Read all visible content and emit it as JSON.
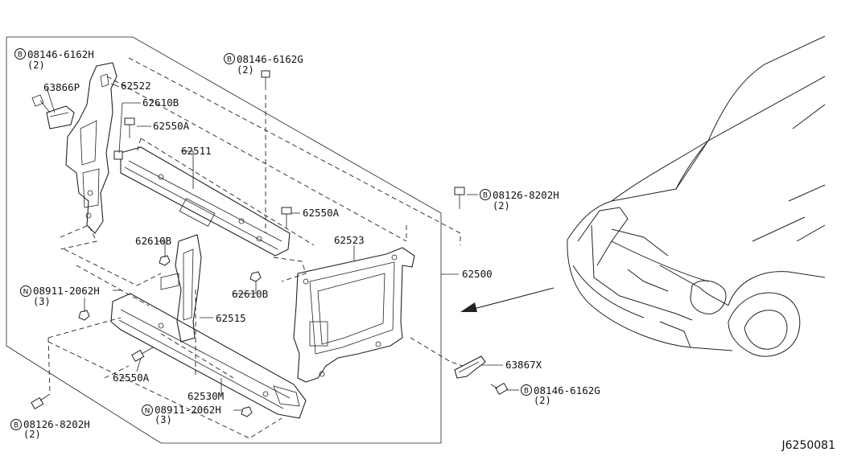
{
  "diagram_code": "J6250081",
  "labels": {
    "b_8146_6162h_top": "08146-6162H",
    "b_8146_6162h_top_qty": "(2)",
    "p_63866p": "63866P",
    "p_62522": "62522",
    "p_62610b_top": "62610B",
    "p_62550a_top": "62550A",
    "p_62511": "62511",
    "b_8146_6162g_top": "08146-6162G",
    "b_8146_6162g_top_qty": "(2)",
    "p_62550a_mid": "62550A",
    "b_8126_8202h_right": "08126-8202H",
    "b_8126_8202h_right_qty": "(2)",
    "p_62523": "62523",
    "p_62500": "62500",
    "p_62610b_left": "62610B",
    "p_62610b_mid": "62610B",
    "n_8911_2062h_left": "08911-2062H",
    "n_8911_2062h_left_qty": "(3)",
    "p_62515": "62515",
    "p_63867x": "63867X",
    "b_8146_6162g_bottom": "08146-6162G",
    "b_8146_6162g_bottom_qty": "(2)",
    "p_62550a_bottom": "62550A",
    "p_62530m": "62530M",
    "n_8911_2062h_bottom": "08911-2062H",
    "n_8911_2062h_bottom_qty": "(3)",
    "b_8126_8202h_left": "08126-8202H",
    "b_8126_8202h_left_qty": "(2)"
  },
  "badges": {
    "bolt": "B",
    "nut": "N"
  }
}
